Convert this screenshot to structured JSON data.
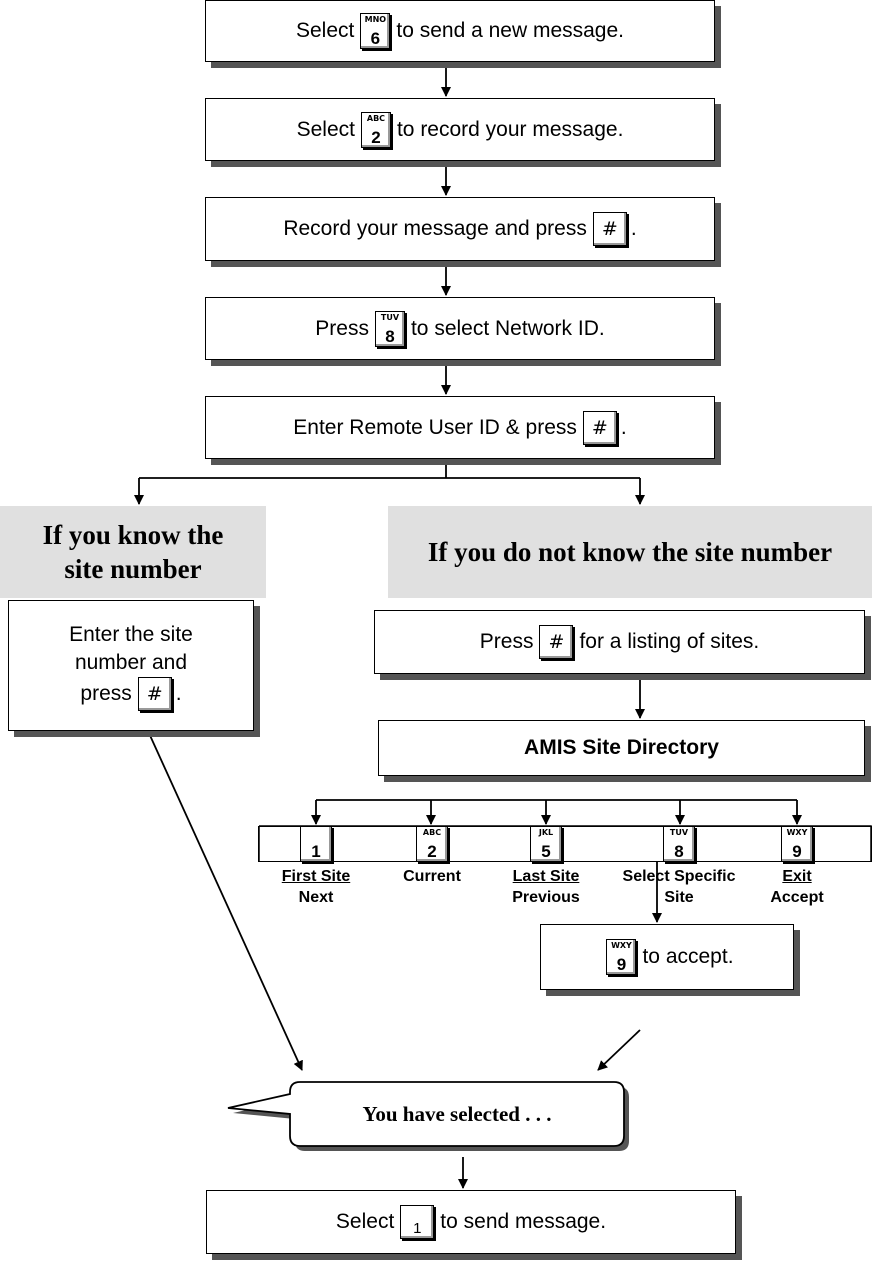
{
  "steps": [
    {
      "before": "Select",
      "key_letters": "MNO",
      "key_digit": "6",
      "after": "to send a new message."
    },
    {
      "before": "Select",
      "key_letters": "ABC",
      "key_digit": "2",
      "after": "to record your message."
    },
    {
      "before": "Record your message and press",
      "key_symbol": "#",
      "after": "."
    },
    {
      "before": "Press",
      "key_letters": "TUV",
      "key_digit": "8",
      "after": "to select Network ID."
    },
    {
      "before": "Enter Remote User ID & press",
      "key_symbol": "#",
      "after": "."
    }
  ],
  "left_branch": {
    "heading": "If you know the site number",
    "line1": "Enter the site",
    "line2": "number and",
    "line3_before": "press",
    "key_symbol": "#",
    "line3_after": "."
  },
  "right_branch": {
    "heading": "If you do not know the site number",
    "step_before": "Press",
    "key_symbol": "#",
    "step_after": "for a listing of sites.",
    "directory_title": "AMIS Site Directory",
    "options": [
      {
        "key_letters": "",
        "key_digit": "1",
        "label1": "First Site",
        "label2": "Next"
      },
      {
        "key_letters": "ABC",
        "key_digit": "2",
        "label1": "Current",
        "label2": ""
      },
      {
        "key_letters": "JKL",
        "key_digit": "5",
        "label1": "Last Site",
        "label2": "Previous"
      },
      {
        "key_letters": "TUV",
        "key_digit": "8",
        "label1": "Select Specific",
        "label2": "Site"
      },
      {
        "key_letters": "WXY",
        "key_digit": "9",
        "label1": "Exit",
        "label2": "Accept"
      }
    ],
    "accept_key_letters": "WXY",
    "accept_key_digit": "9",
    "accept_text": "to accept."
  },
  "callout_text": "You have selected . . .",
  "final_step": {
    "before": "Select",
    "key_digit": "1",
    "after": "to send message."
  }
}
